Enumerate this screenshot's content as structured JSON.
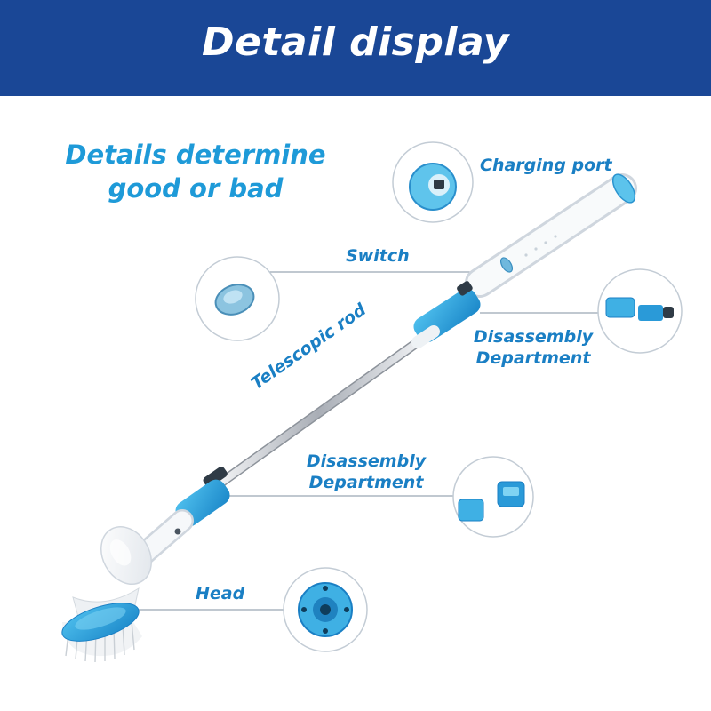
{
  "header": {
    "title": "Detail display"
  },
  "tagline": {
    "line1": "Details determine",
    "line2": "good or bad"
  },
  "callouts": {
    "charging_port": "Charging port",
    "switch": "Switch",
    "disassembly_upper_line1": "Disassembly",
    "disassembly_upper_line2": "Department",
    "telescopic_rod": "Telescopic rod",
    "disassembly_lower_line1": "Disassembly",
    "disassembly_lower_line2": "Department",
    "head": "Head"
  },
  "colors": {
    "banner": "#1a4796",
    "accent_blue": "#1e9ad8",
    "label_blue": "#1a7fc4",
    "body_white": "#f4f6f8",
    "metal": "#c8ccd2",
    "bristle": "#e9ecef"
  }
}
